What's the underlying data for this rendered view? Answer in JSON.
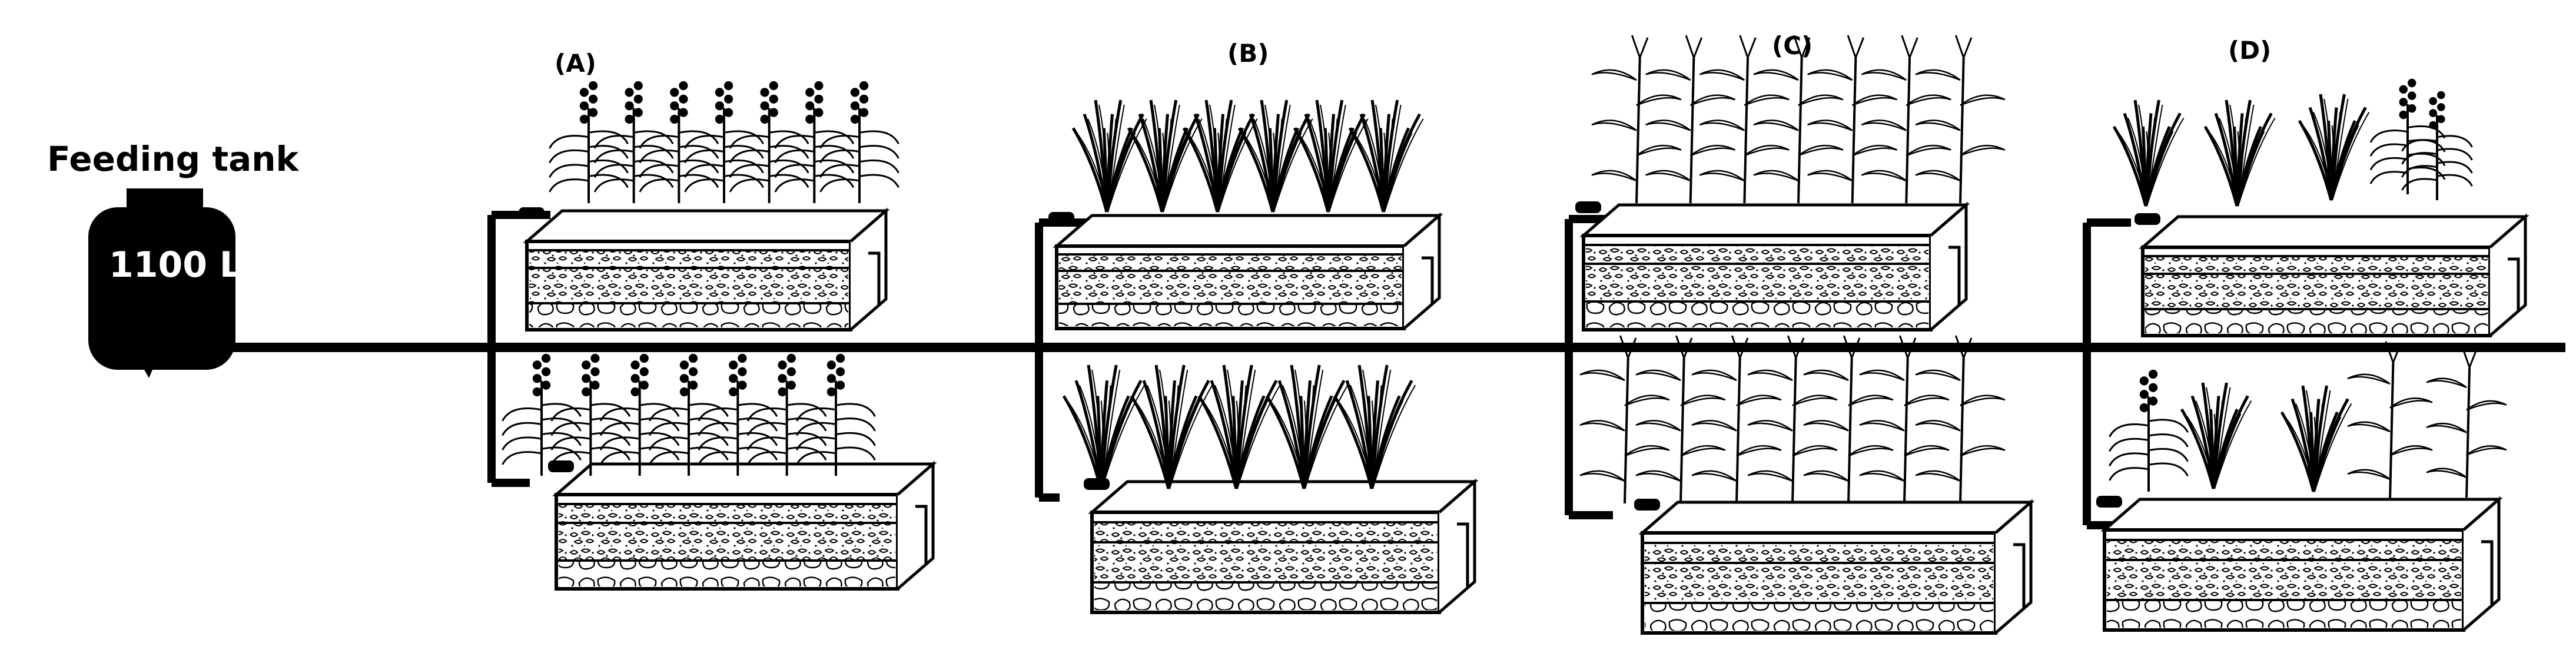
{
  "tank": {
    "title": "Feeding tank",
    "capacity": "1100 L"
  },
  "units": [
    {
      "label": "(A)",
      "plant": "flowering"
    },
    {
      "label": "(B)",
      "plant": "grass"
    },
    {
      "label": "(C)",
      "plant": "maize"
    },
    {
      "label": "(D)",
      "plant": "mixed"
    }
  ],
  "colors": {
    "ink": "#000000",
    "background": "#ffffff",
    "tank_text": "#ffffff"
  }
}
